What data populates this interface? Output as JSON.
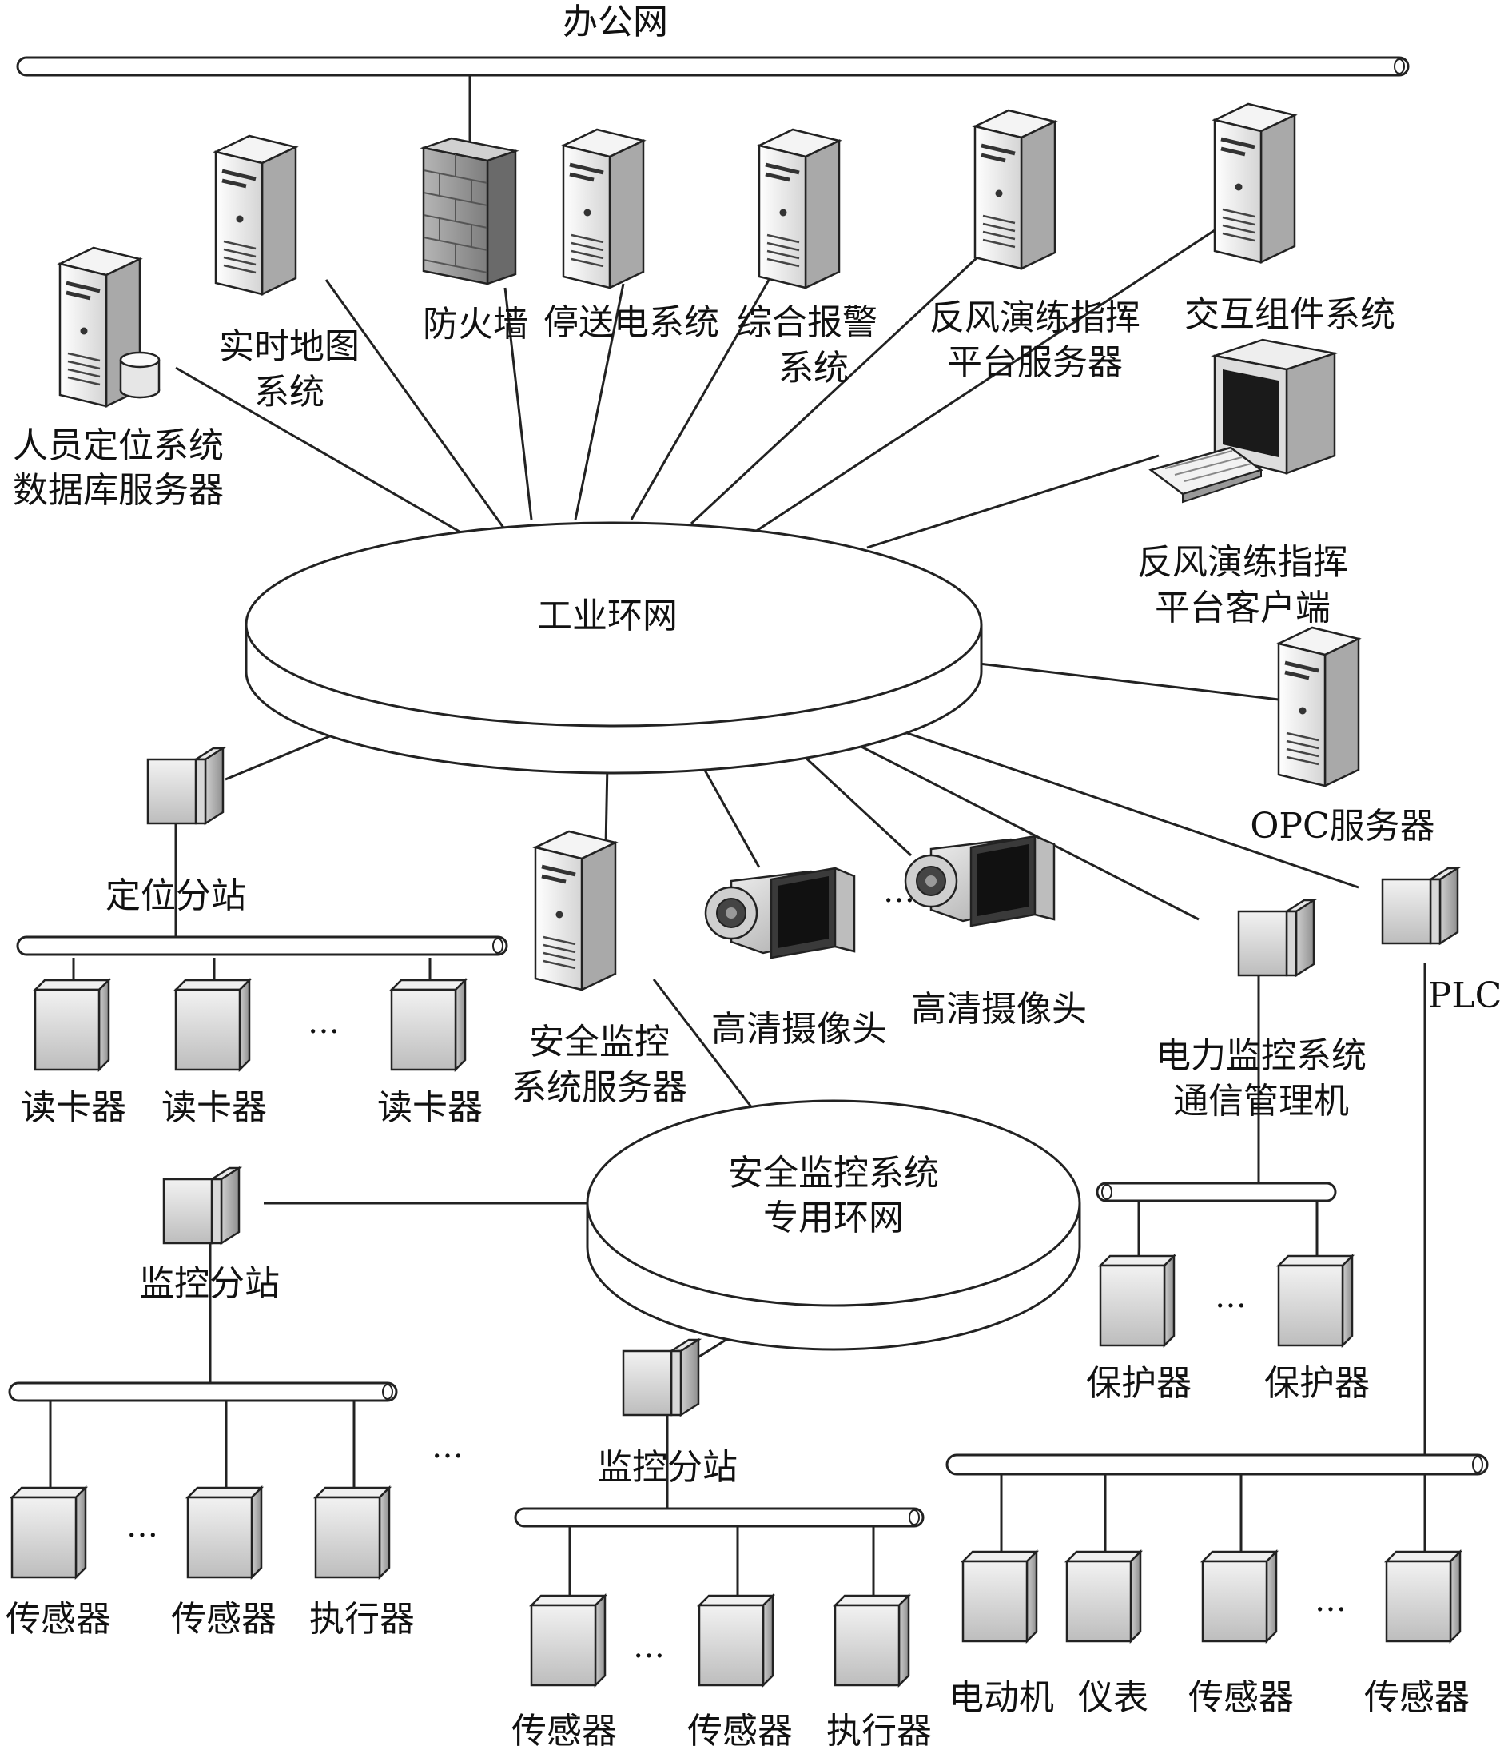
{
  "office_network": "办公网",
  "industrial_ring": "工业环网",
  "safety_ring": [
    "安全监控系统",
    "专用环网"
  ],
  "servers": {
    "personnel_db": [
      "人员定位系统",
      "数据库服务器"
    ],
    "realtime_map": [
      "实时地图",
      "系统"
    ],
    "firewall": "防火墙",
    "power_outage": "停送电系统",
    "alarm": [
      "综合报警",
      "系统"
    ],
    "drill_server": [
      "反风演练指挥",
      "平台服务器"
    ],
    "interaction": "交互组件系统",
    "drill_client": [
      "反风演练指挥",
      "平台客户端"
    ],
    "opc": "OPC服务器",
    "safety_server": [
      "安全监控",
      "系统服务器"
    ]
  },
  "cameras": [
    "高清摄像头",
    "高清摄像头"
  ],
  "positioning": {
    "station": "定位分站",
    "readers": [
      "读卡器",
      "读卡器",
      "读卡器"
    ]
  },
  "monitor_left": {
    "station": "监控分站",
    "devices": [
      "传感器",
      "传感器",
      "执行器"
    ]
  },
  "monitor_mid": {
    "station": "监控分站",
    "devices": [
      "传感器",
      "传感器",
      "执行器"
    ]
  },
  "power_monitor": {
    "manager": [
      "电力监控系统",
      "通信管理机"
    ],
    "protectors": [
      "保护器",
      "保护器"
    ]
  },
  "plc": {
    "label": "PLC",
    "devices": [
      "电动机",
      "仪表",
      "传感器",
      "传感器"
    ]
  },
  "ellipsis": "…"
}
